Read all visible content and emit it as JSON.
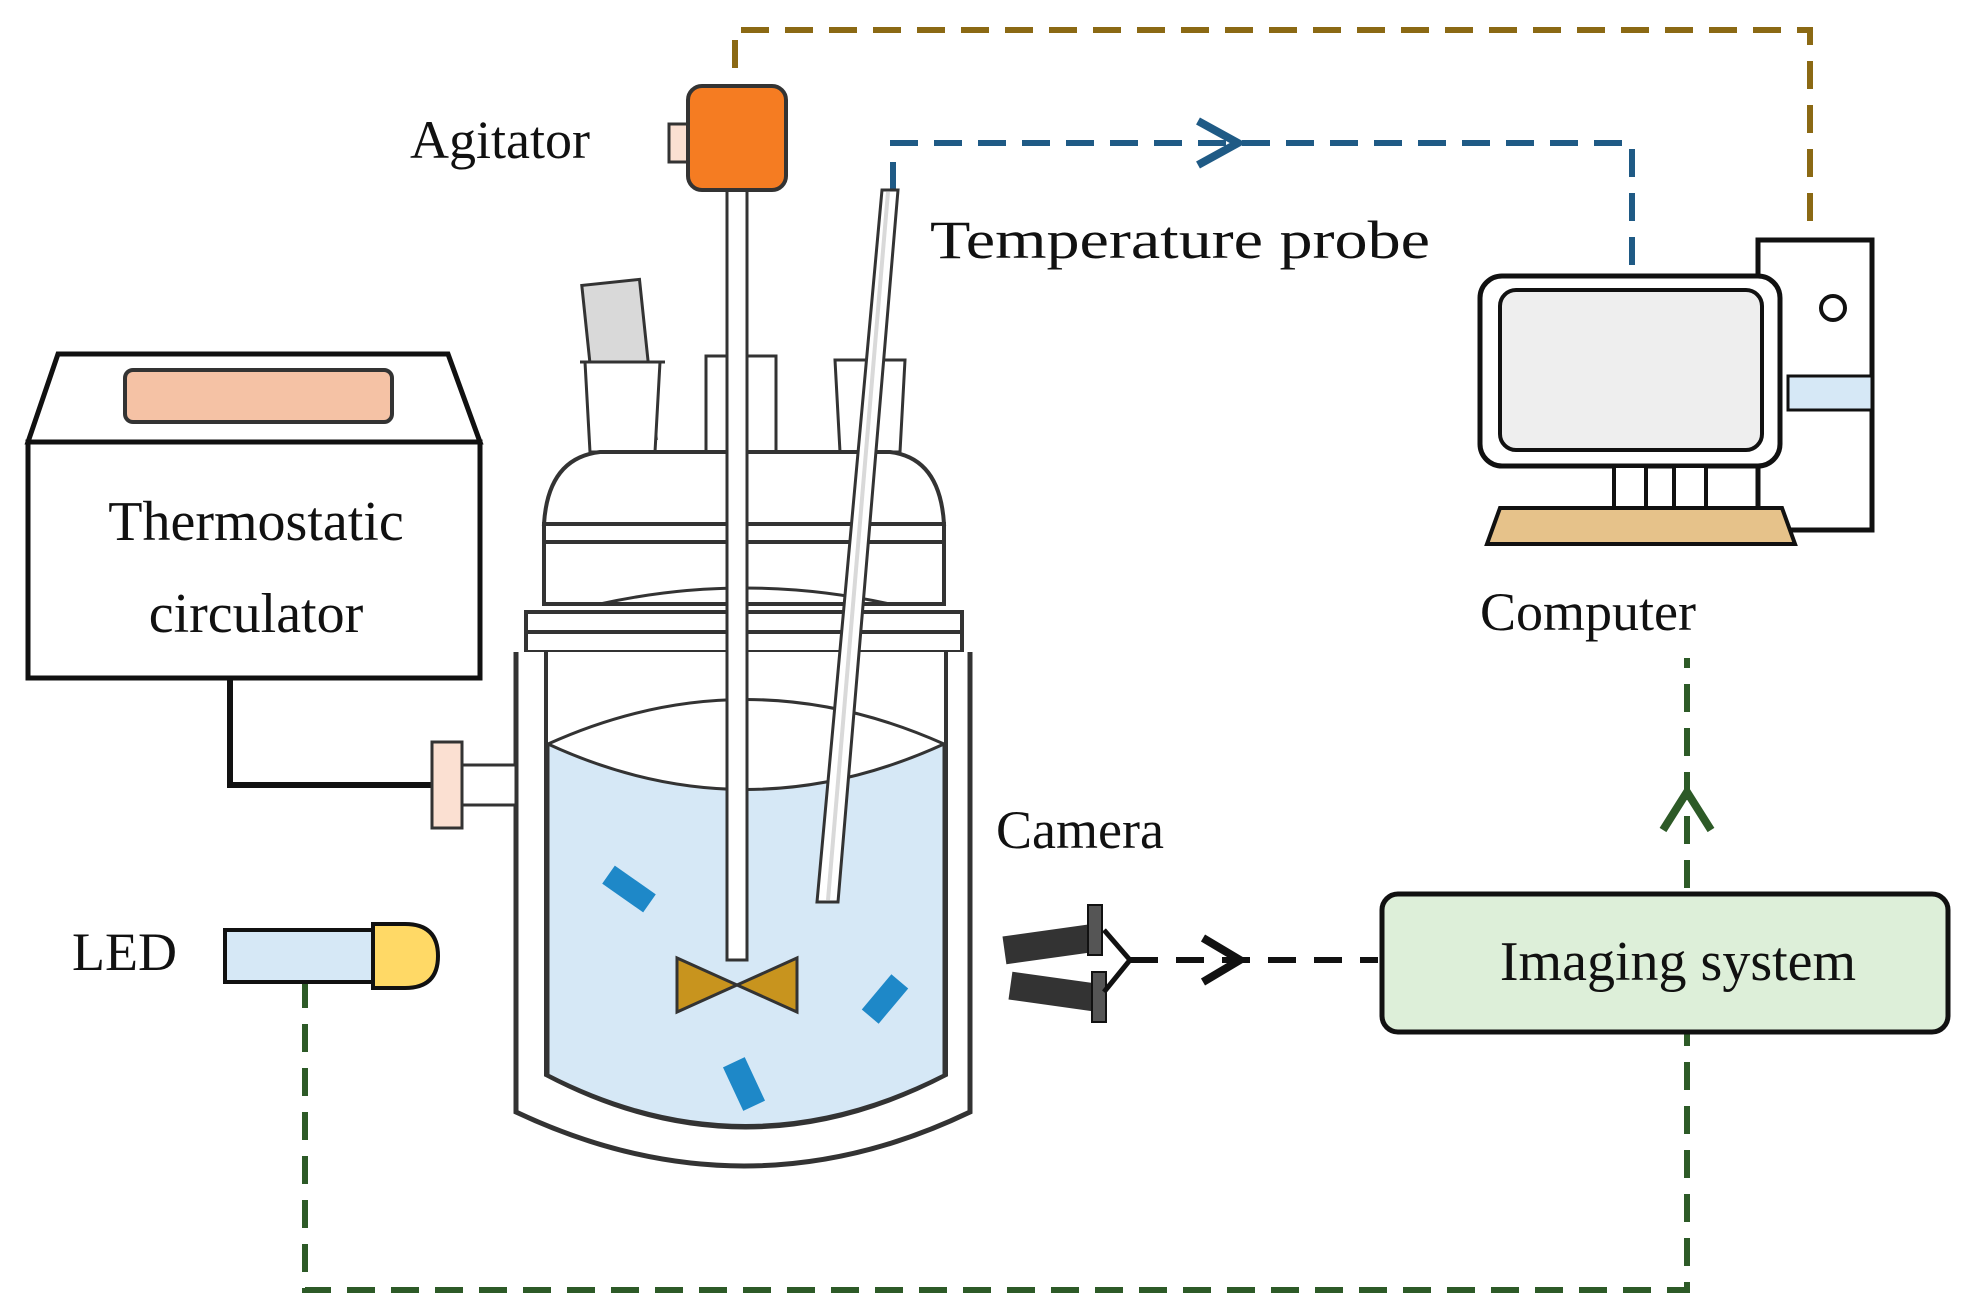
{
  "labels": {
    "agitator": "Agitator",
    "temperature_probe": "Temperature probe",
    "thermostatic_line1": "Thermostatic",
    "thermostatic_line2": "circulator",
    "computer": "Computer",
    "camera": "Camera",
    "led": "LED",
    "imaging_system": "Imaging system"
  },
  "colors": {
    "agitator_link": "#8B6914",
    "temperature_link": "#1F5A85",
    "imaging_link": "#2D5A27",
    "camera_link": "#111111",
    "water": "#D6E8F6",
    "particles": "#1E88C8",
    "impeller": "#C8941E",
    "agitator_motor": "#F57C22",
    "imaging_box_fill": "#DDEFD9",
    "led_bulb": "#FFD966",
    "led_body": "#D6E8F6",
    "circulator_display": "#F5C2A5",
    "monitor_base": "#E6C28A"
  },
  "icons": [
    "agitator-motor-icon",
    "computer-icon",
    "camera-icon",
    "led-icon",
    "reactor-vessel-icon",
    "impeller-icon",
    "thermostatic-circulator-icon"
  ]
}
